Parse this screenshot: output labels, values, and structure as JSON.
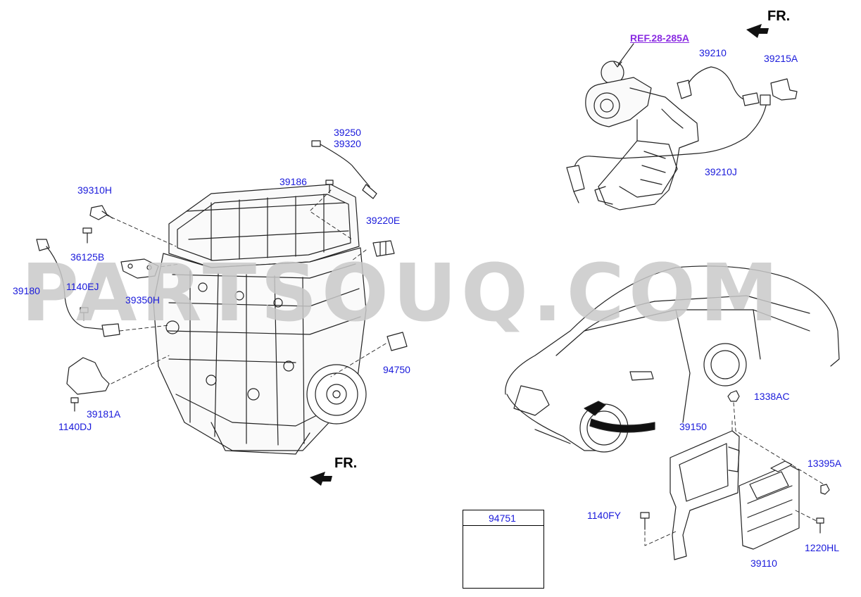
{
  "watermark": "PARTSOUQ.COM",
  "direction_indicators": [
    {
      "id": "fr-top",
      "label": "FR."
    },
    {
      "id": "fr-bottom",
      "label": "FR."
    }
  ],
  "reference": {
    "label": "REF.28-285A"
  },
  "callouts": [
    {
      "id": "39250",
      "label": "39250"
    },
    {
      "id": "39320",
      "label": "39320"
    },
    {
      "id": "39186",
      "label": "39186"
    },
    {
      "id": "39310H",
      "label": "39310H"
    },
    {
      "id": "36125B",
      "label": "36125B"
    },
    {
      "id": "39220E",
      "label": "39220E"
    },
    {
      "id": "39180",
      "label": "39180"
    },
    {
      "id": "1140EJ",
      "label": "1140EJ"
    },
    {
      "id": "39350H",
      "label": "39350H"
    },
    {
      "id": "94750",
      "label": "94750"
    },
    {
      "id": "39181A",
      "label": "39181A"
    },
    {
      "id": "1140DJ",
      "label": "1140DJ"
    },
    {
      "id": "39210",
      "label": "39210"
    },
    {
      "id": "39215A",
      "label": "39215A"
    },
    {
      "id": "39210J",
      "label": "39210J"
    },
    {
      "id": "1338AC",
      "label": "1338AC"
    },
    {
      "id": "39150",
      "label": "39150"
    },
    {
      "id": "13395A",
      "label": "13395A"
    },
    {
      "id": "1140FY",
      "label": "1140FY"
    },
    {
      "id": "1220HL",
      "label": "1220HL"
    },
    {
      "id": "39110",
      "label": "39110"
    }
  ],
  "inset": {
    "label": "94751"
  },
  "colors": {
    "callout": "#1a1adb",
    "reference": "#8a2be2",
    "line_art": "#222222",
    "watermark": "#c9c9c9"
  }
}
